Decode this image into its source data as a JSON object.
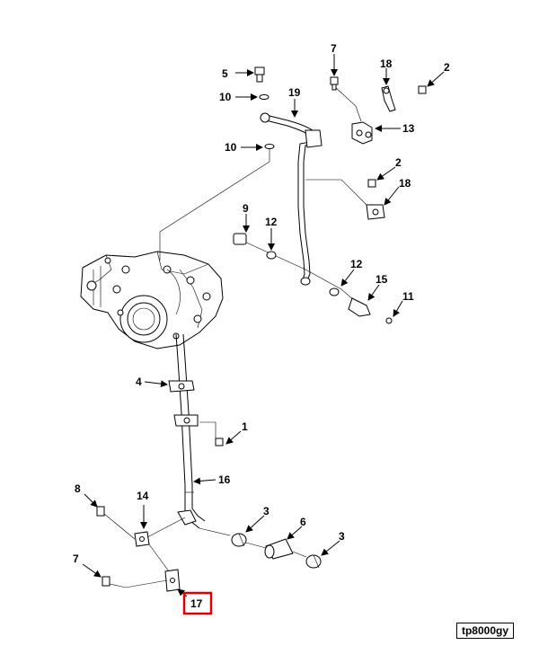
{
  "callouts": {
    "c5": "5",
    "c10a": "10",
    "c10b": "10",
    "c19": "19",
    "c7a": "7",
    "c18a": "18",
    "c2a": "2",
    "c13": "13",
    "c2b": "2",
    "c18b": "18",
    "c9": "9",
    "c12a": "12",
    "c12b": "12",
    "c15": "15",
    "c11": "11",
    "c4": "4",
    "c1": "1",
    "c16": "16",
    "c8": "8",
    "c14": "14",
    "c3a": "3",
    "c6": "6",
    "c3b": "3",
    "c7b": "7",
    "c17": "17"
  },
  "drawing_id": "tp8000gy",
  "highlight": {
    "callout": "17",
    "color": "#e00000"
  }
}
